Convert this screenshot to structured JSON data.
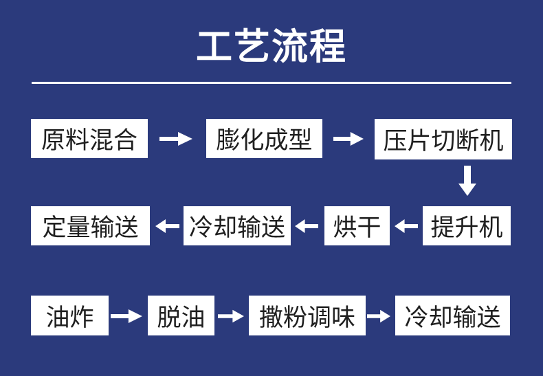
{
  "title": "工艺流程",
  "colors": {
    "background": "#2B3A7C",
    "box_background": "#FFFFFF",
    "box_text": "#1F1F1F",
    "title_text": "#FFFFFF",
    "arrow": "#FFFFFF",
    "divider": "#FFFFFF"
  },
  "flow": {
    "row1": [
      "原料混合",
      "膨化成型",
      "压片切断机"
    ],
    "row2": [
      "定量输送",
      "冷却输送",
      "烘干",
      "提升机"
    ],
    "row3": [
      "油炸",
      "脱油",
      "撒粉调味",
      "冷却输送"
    ]
  }
}
